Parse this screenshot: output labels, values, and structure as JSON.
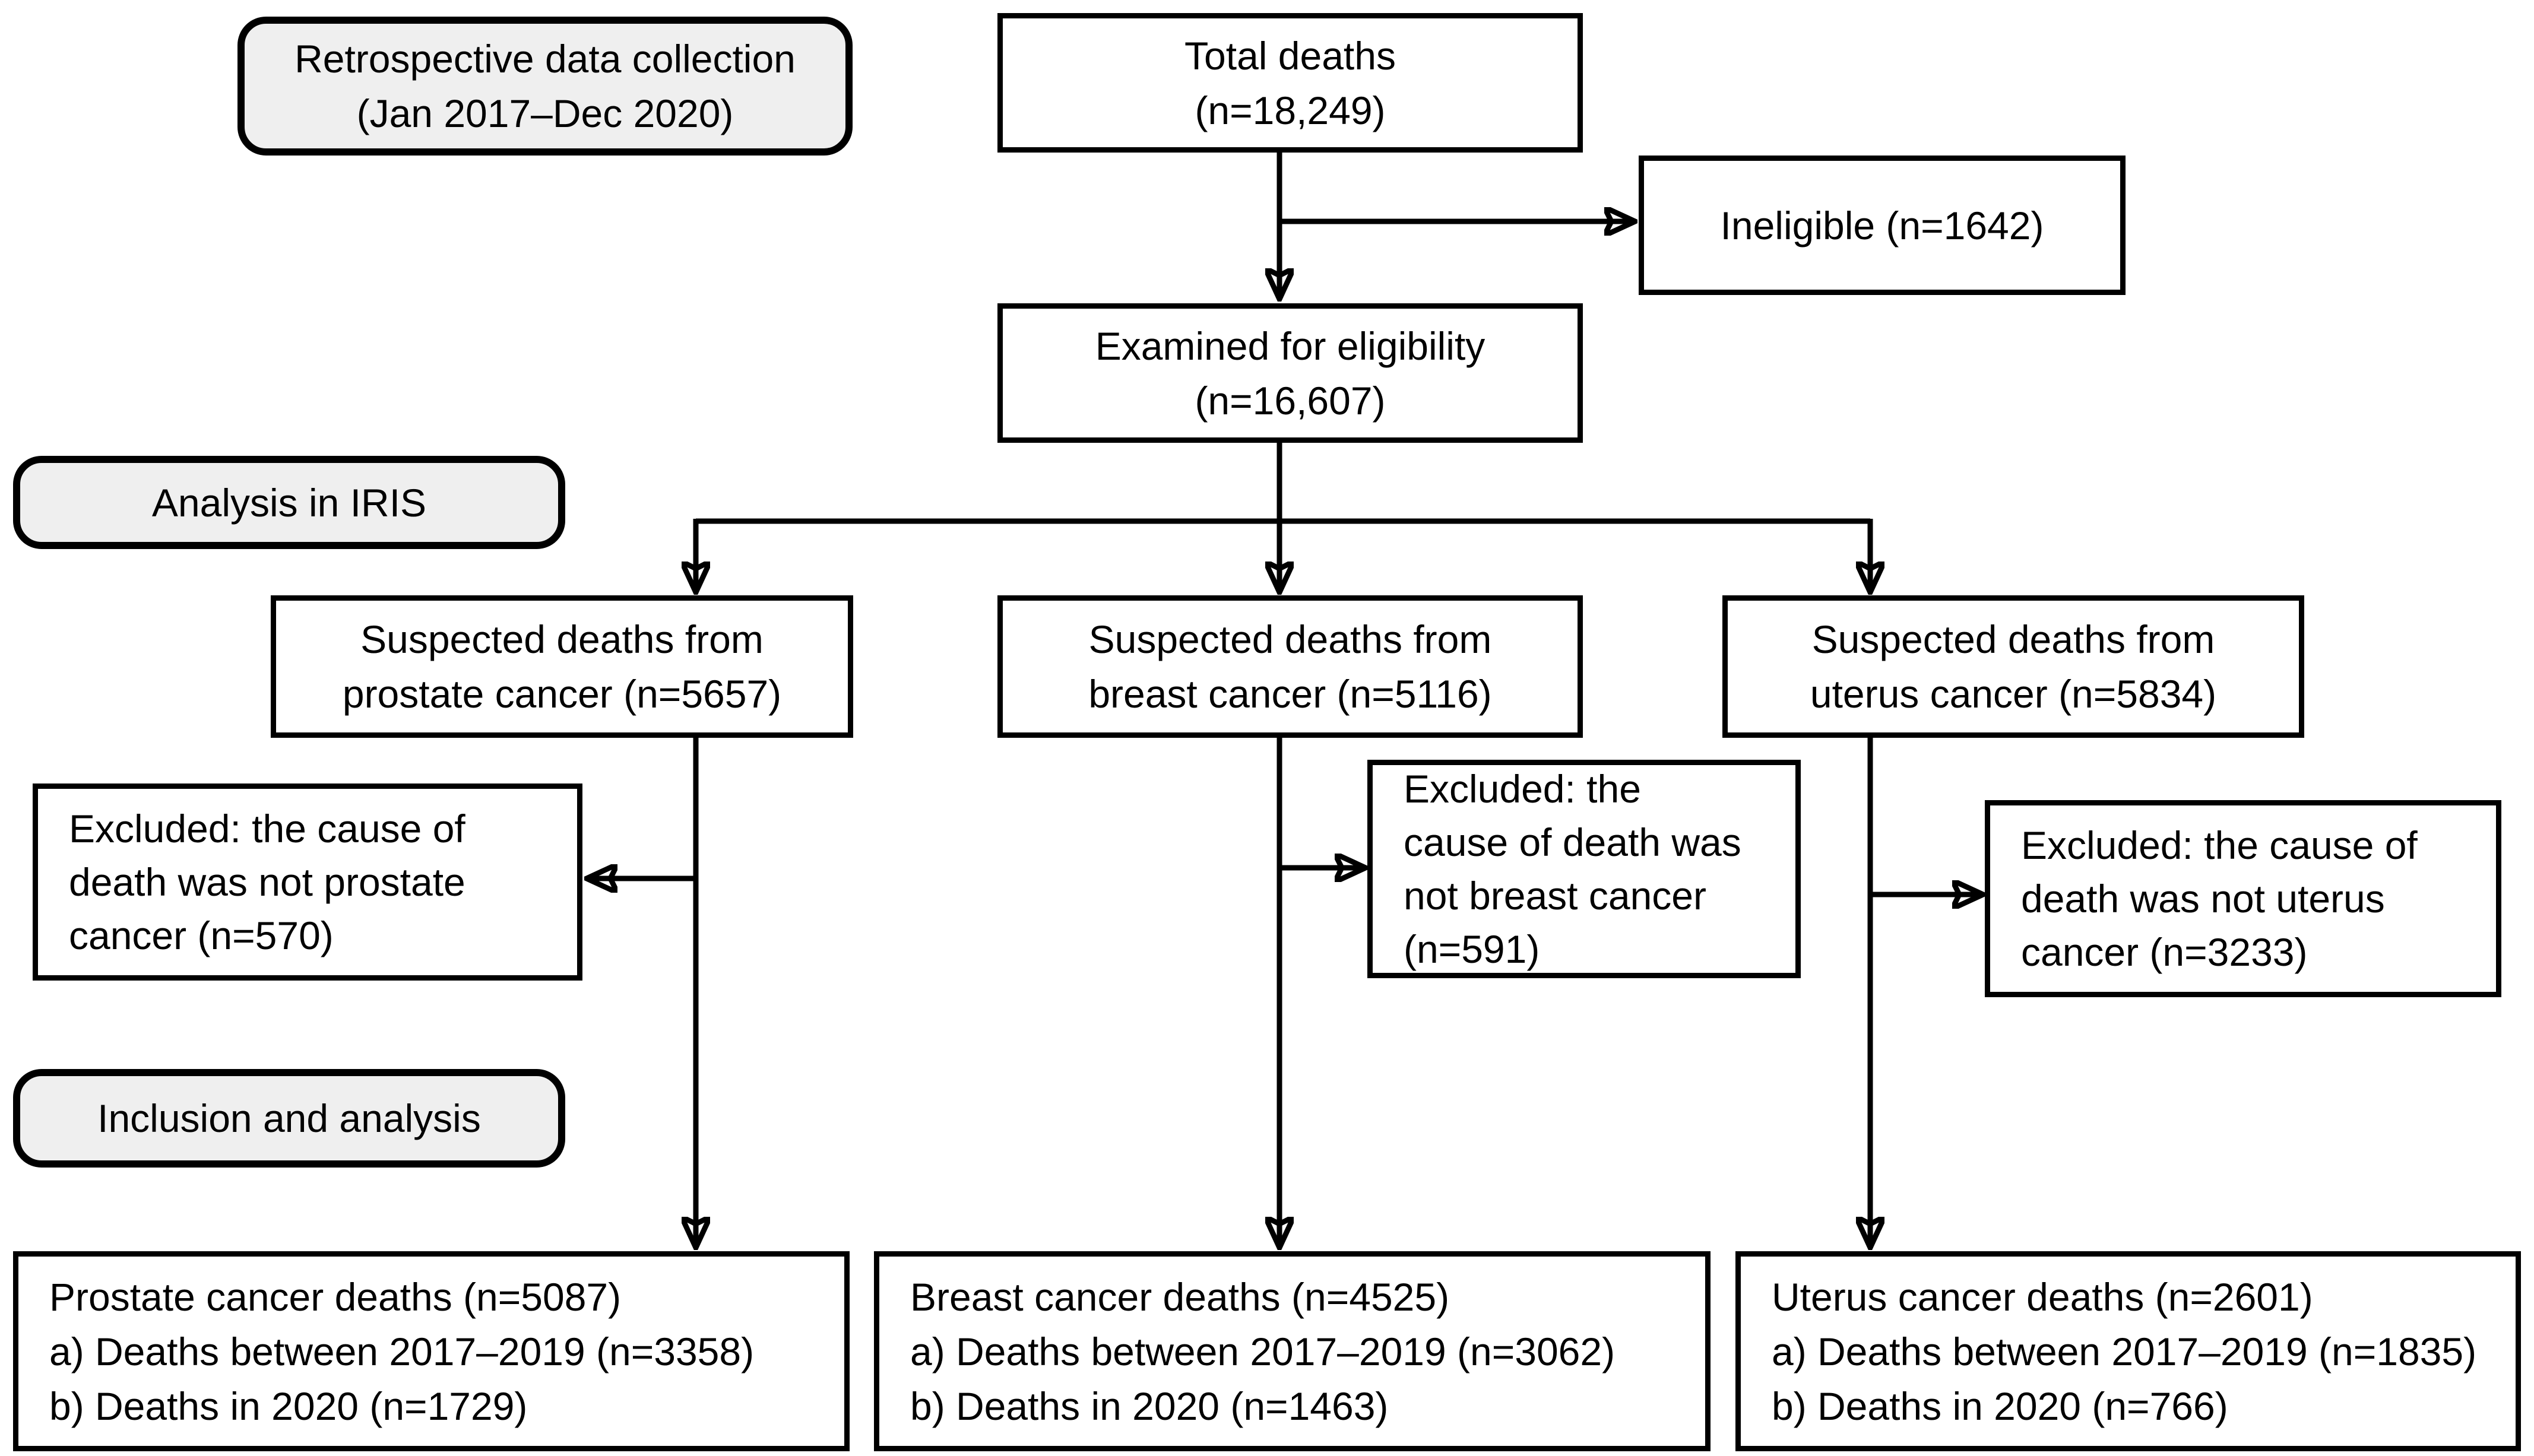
{
  "labels": {
    "retrospective": {
      "lines": [
        "Retrospective data collection",
        "(Jan 2017–Dec 2020)"
      ]
    },
    "iris": {
      "lines": [
        "Analysis in IRIS"
      ]
    },
    "inclusion": {
      "lines": [
        "Inclusion and analysis"
      ]
    }
  },
  "boxes": {
    "total": {
      "lines": [
        "Total deaths",
        "(n=18,249)"
      ]
    },
    "ineligible": {
      "lines": [
        "Ineligible (n=1642)"
      ]
    },
    "examined": {
      "lines": [
        "Examined for eligibility",
        "(n=16,607)"
      ]
    },
    "suspected_prostate": {
      "lines": [
        "Suspected deaths from",
        "prostate cancer (n=5657)"
      ]
    },
    "suspected_breast": {
      "lines": [
        "Suspected deaths from",
        "breast cancer (n=5116)"
      ]
    },
    "suspected_uterus": {
      "lines": [
        "Suspected deaths from",
        "uterus cancer (n=5834)"
      ]
    },
    "excluded_prostate": {
      "lines": [
        "Excluded: the cause of",
        "death was not prostate",
        "cancer (n=570)"
      ]
    },
    "excluded_breast": {
      "lines": [
        "Excluded: the",
        "cause of death was",
        "not breast cancer",
        "(n=591)"
      ]
    },
    "excluded_uterus": {
      "lines": [
        "Excluded: the cause of",
        "death was not uterus",
        "cancer (n=3233)"
      ]
    },
    "final_prostate": {
      "lines": [
        "Prostate cancer deaths (n=5087)",
        "a) Deaths between 2017–2019 (n=3358)",
        "b) Deaths in 2020 (n=1729)"
      ]
    },
    "final_breast": {
      "lines": [
        "Breast cancer deaths (n=4525)",
        "a) Deaths between 2017–2019 (n=3062)",
        "b) Deaths in 2020 (n=1463)"
      ]
    },
    "final_uterus": {
      "lines": [
        "Uterus cancer deaths (n=2601)",
        "a) Deaths between 2017–2019 (n=1835)",
        "b) Deaths in 2020 (n=766)"
      ]
    }
  },
  "colors": {
    "line": "#000000",
    "box_fill": "#ffffff",
    "label_fill": "#efefef",
    "text": "#000000"
  }
}
